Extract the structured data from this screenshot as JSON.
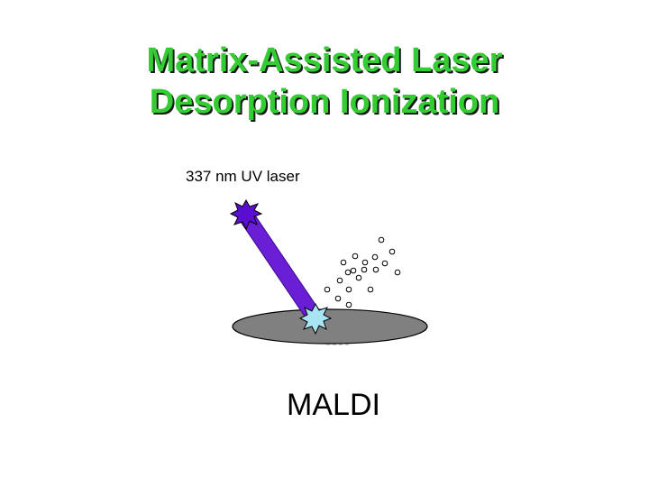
{
  "title": {
    "line1": "Matrix-Assisted Laser",
    "line2": "Desorption Ionization"
  },
  "laser_label": "337 nm UV laser",
  "caption": "MALDI",
  "colors": {
    "title": "#33cc33",
    "laser_beam": "#6a1ed6",
    "laser_source": "#5a0ecf",
    "target_plate": "#808080",
    "impact_flash": "#a8e4f2",
    "particles": "#ffffff"
  },
  "icons": {
    "laser_source": "starburst-icon",
    "impact": "starburst-icon",
    "particles": "circle-icon"
  }
}
